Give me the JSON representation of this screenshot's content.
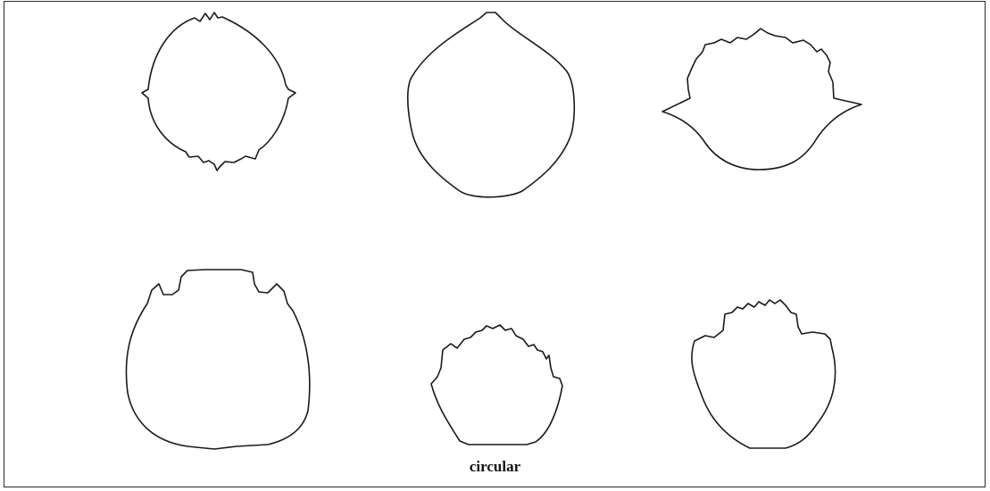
{
  "caption": "circular",
  "colors": {
    "outline": "#1a1a1a",
    "frame": "#2b2b2b",
    "background": "#ffffff"
  },
  "shapes": [
    {
      "name": "outline-shape-1",
      "description_icon": "shell-outline-icon"
    },
    {
      "name": "outline-shape-2",
      "description_icon": "shell-outline-icon"
    },
    {
      "name": "outline-shape-3",
      "description_icon": "shell-outline-icon"
    },
    {
      "name": "outline-shape-4",
      "description_icon": "shell-outline-icon"
    },
    {
      "name": "outline-shape-5",
      "description_icon": "shell-outline-icon"
    },
    {
      "name": "outline-shape-6",
      "description_icon": "shell-outline-icon"
    }
  ]
}
